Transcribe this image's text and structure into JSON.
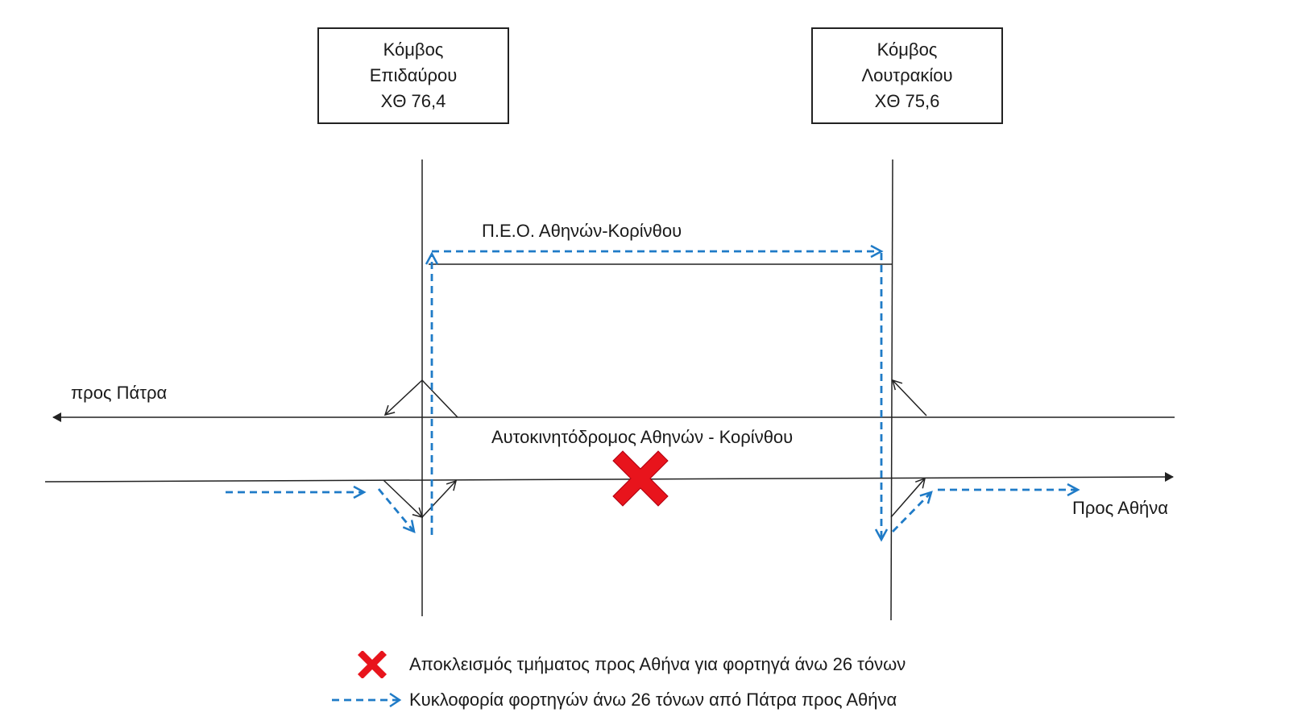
{
  "nodes": {
    "epidavrou": {
      "line1": "Κόμβος",
      "line2": "Επιδαύρου",
      "line3": "ΧΘ 76,4"
    },
    "loutrakiou": {
      "line1": "Κόμβος",
      "line2": "Λουτρακίου",
      "line3": "ΧΘ 75,6"
    }
  },
  "labels": {
    "peo": "Π.Ε.Ο. Αθηνών-Κορίνθου",
    "motorway": "Αυτοκινητόδρομος Αθηνών - Κορίνθου",
    "to_patra": "προς Πάτρα",
    "to_athens": "Προς Αθήνα"
  },
  "legend": {
    "closure": "Αποκλεισμός τμήματος προς Αθήνα για φορτηγά άνω 26 τόνων",
    "detour": "Κυκλοφορία φορτηγών άνω 26 τόνων από Πάτρα προς Αθήνα"
  },
  "colors": {
    "line": "#222222",
    "detour": "#1f7bc7",
    "closure": "#e8141c"
  },
  "icons": {
    "closure": "x-cross-icon",
    "detour": "dashed-arrow-icon"
  }
}
